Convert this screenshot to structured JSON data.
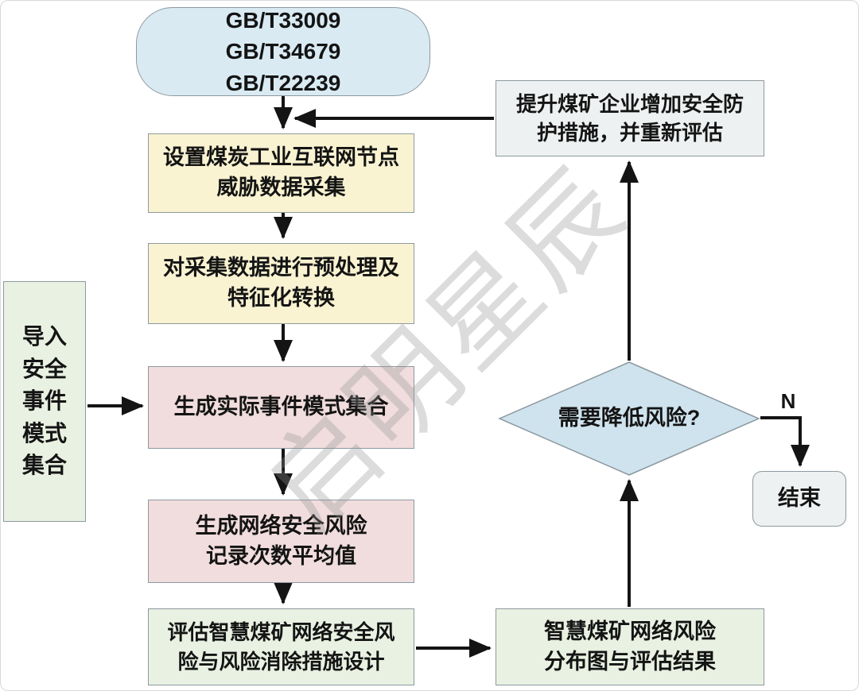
{
  "watermark": "启明星辰",
  "nodes": {
    "standards": "GB/T33009\nGB/T34679\nGB/T22239",
    "improve": "提升煤矿企业增加安全防\n护措施，并重新评估",
    "collect": "设置煤炭工业互联网节点\n威胁数据采集",
    "preprocess": "对采集数据进行预处理及\n特征化转换",
    "import": "导入\n安全\n事件\n模式\n集合",
    "pattern": "生成实际事件模式集合",
    "average": "生成网络安全风险\n记录次数平均值",
    "evaluate": "评估智慧煤矿网络安全风\n险与风险消除措施设计",
    "distribution": "智慧煤矿网络风险\n分布图与评估结果",
    "decision": "需要降低风险?",
    "end": "结束",
    "branch_no": "N"
  },
  "colors": {
    "standards_fill": "#d9eaf3",
    "process_fill": "#faf3d2",
    "data_fill": "#f1dddd",
    "io_fill": "#e9f1e2",
    "action_fill": "#eef1f1",
    "decision_fill": "#cfe3ee",
    "border": "#8d99a0",
    "arrow": "#141414"
  }
}
